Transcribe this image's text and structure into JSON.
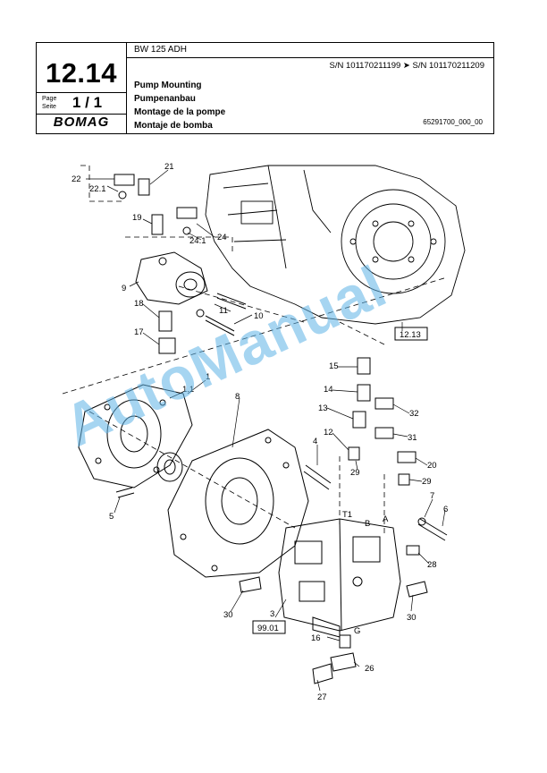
{
  "header": {
    "model": "BW 125 ADH",
    "serial_range": "S/N 101170211199  ➤  S/N 101170211209",
    "page_number": "12.14",
    "page_label_de": "Page",
    "page_label_en": "Seite",
    "page_fraction": "1 / 1",
    "brand": "BOMAG",
    "title_en": "Pump Mounting",
    "title_de": "Pumpenanbau",
    "title_fr": "Montage de la pompe",
    "title_es": "Montaje de bomba",
    "drawing_number": "65291700_000_00"
  },
  "drawing": {
    "ref_boxes": [
      "12.13",
      "99.01"
    ],
    "callouts": [
      "22",
      "22.1",
      "21",
      "19",
      "24",
      "24.1",
      "9",
      "11",
      "10",
      "18",
      "17",
      "12.13",
      "15",
      "14",
      "32",
      "13",
      "31",
      "12",
      "20",
      "29",
      "29",
      "4",
      "1",
      "1.1",
      "8",
      "5",
      "7",
      "6",
      "T1",
      "B",
      "A",
      "28",
      "30",
      "3",
      "30",
      "99.01",
      "16",
      "G",
      "26",
      "27"
    ]
  },
  "watermark": "AutoManual"
}
